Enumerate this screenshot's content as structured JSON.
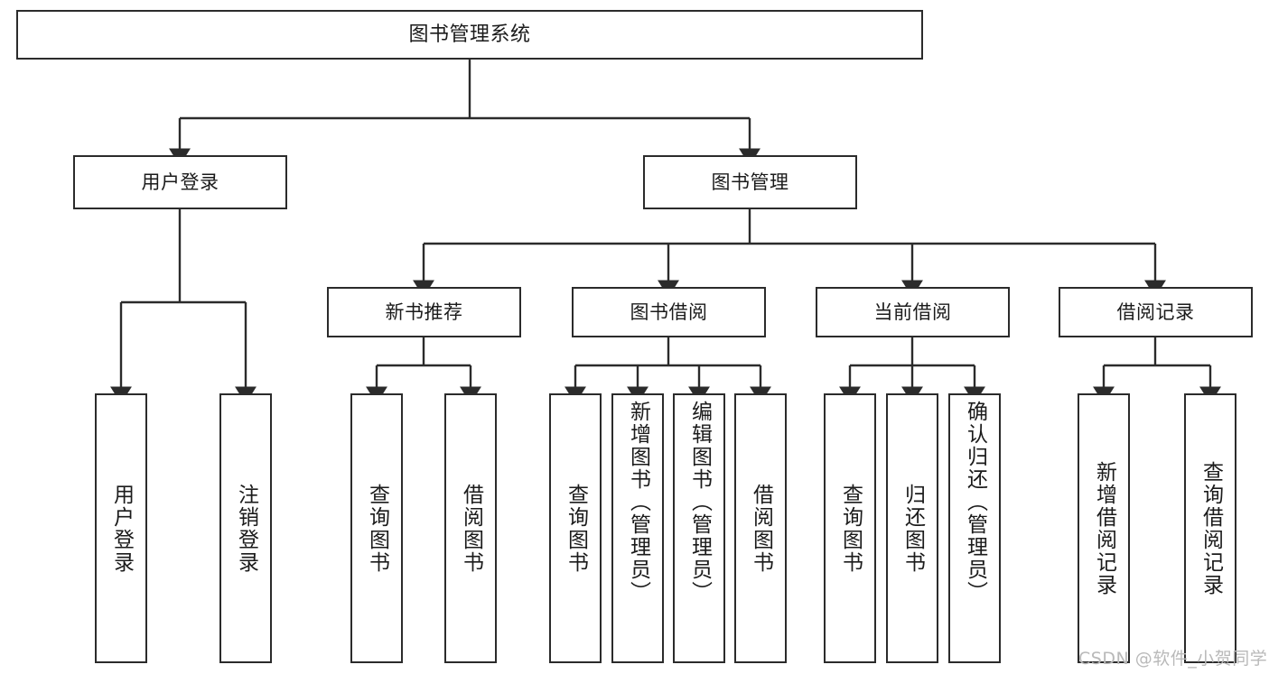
{
  "diagram": {
    "title": "图书管理系统",
    "type": "tree",
    "stroke_color": "#2b2b2b",
    "background_color": "#ffffff",
    "text_color": "#1b1b1b",
    "watermark": "CSDN @软件_小贺同学",
    "watermark_color": "#b9b9b9",
    "nodes": {
      "root": {
        "label": "图书管理系统"
      },
      "level1": [
        {
          "label": "用户登录"
        },
        {
          "label": "图书管理"
        }
      ],
      "level2": [
        {
          "label": "新书推荐"
        },
        {
          "label": "图书借阅"
        },
        {
          "label": "当前借阅"
        },
        {
          "label": "借阅记录"
        }
      ],
      "leaves": {
        "user_login": [
          {
            "label": "用户登录"
          },
          {
            "label": "注销登录"
          }
        ],
        "new_book_recommend": [
          {
            "label": "查询图书"
          },
          {
            "label": "借阅图书"
          }
        ],
        "book_borrow": [
          {
            "label": "查询图书"
          },
          {
            "label": "新增图书（管理员）"
          },
          {
            "label": "编辑图书（管理员）"
          },
          {
            "label": "借阅图书"
          }
        ],
        "current_borrow": [
          {
            "label": "查询图书"
          },
          {
            "label": "归还图书"
          },
          {
            "label": "确认归还（管理员）"
          }
        ],
        "borrow_record": [
          {
            "label": "新增借阅记录"
          },
          {
            "label": "查询借阅记录"
          }
        ]
      }
    }
  }
}
